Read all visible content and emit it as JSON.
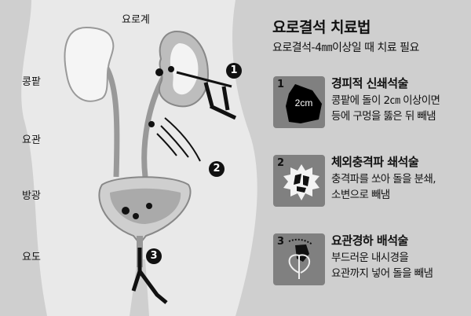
{
  "diagram": {
    "system_label": "요로계",
    "organs": [
      "콩팥",
      "요관",
      "방광",
      "요도"
    ],
    "markers": [
      "1",
      "2",
      "3"
    ]
  },
  "panel": {
    "title": "요로결석 치료법",
    "subtitle": "요로결석-4㎜이상일 때 치료 필요",
    "steps": [
      {
        "num": "1",
        "name": "경피적 신쇄석술",
        "desc1": "콩팥에 돌이 2㎝ 이상이면",
        "desc2": "등에 구멍을 뚫은 뒤 빼냄",
        "icon_text": "2cm",
        "icon": "kidney-stone-icon"
      },
      {
        "num": "2",
        "name": "체외충격파 쇄석술",
        "desc1": "충격파를 쏘아 돌을 분쇄,",
        "desc2": "소변으로 빼냄",
        "icon": "shattered-stone-icon"
      },
      {
        "num": "3",
        "name": "요관경하 배석술",
        "desc1": "부드러운 내시경을",
        "desc2": "요관까지 넣어 돌을 빼냄",
        "icon": "basket-retrieval-icon"
      }
    ]
  }
}
